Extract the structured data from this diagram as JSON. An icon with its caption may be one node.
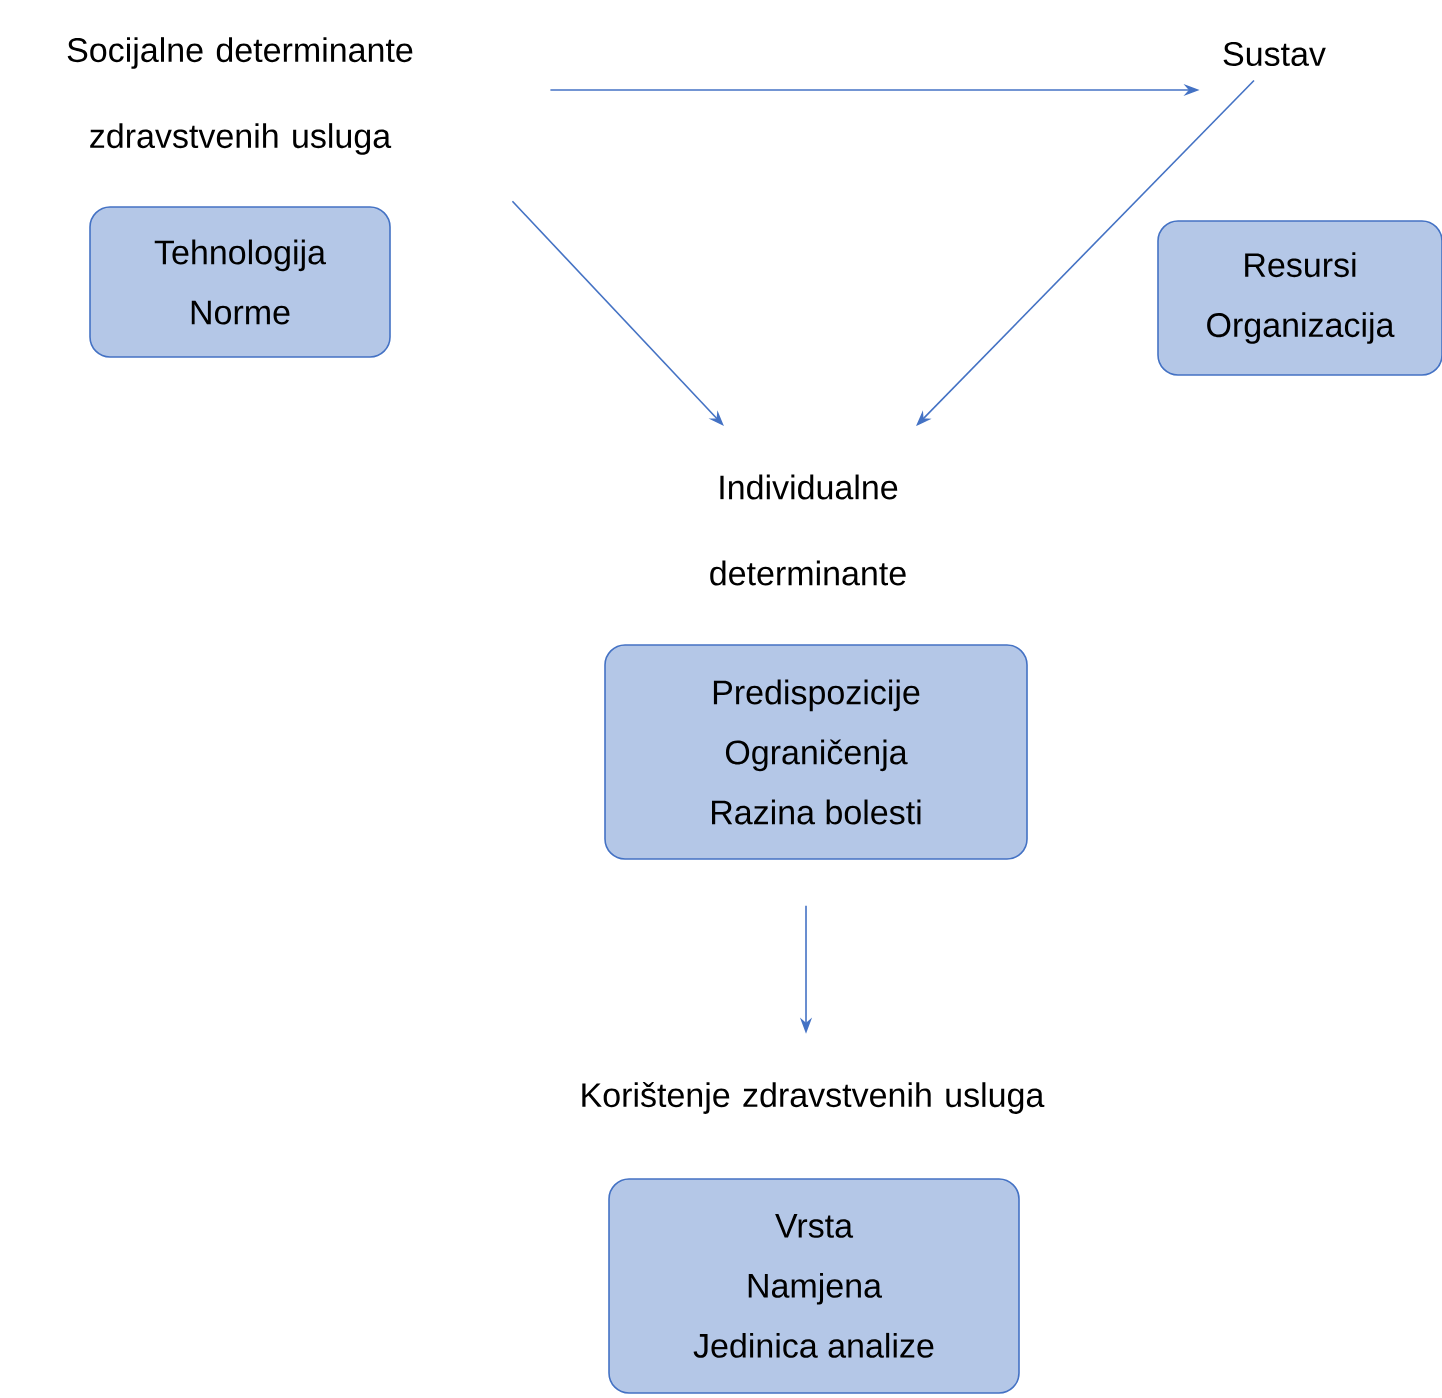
{
  "diagram": {
    "nodes": [
      {
        "text": [
          "Socijalne determinante zdravstvenih usluga"
        ]
      },
      {
        "text": [
          "Tehnologija",
          "Norme"
        ]
      },
      {
        "text": [
          "Sustav"
        ]
      },
      {
        "text": [
          "Resursi",
          "Organizacija"
        ]
      },
      {
        "text": [
          "Individualne determinante"
        ]
      },
      {
        "text": [
          "Predispozicije",
          "Ograničenja",
          "Razina bolesti"
        ]
      },
      {
        "text": [
          "Korištenje zdravstvenih usluga"
        ]
      },
      {
        "text": [
          "Vrsta",
          "Namjena",
          "Jedinica analize"
        ]
      }
    ],
    "edges": [
      {
        "from": 0,
        "to": 2,
        "arrow": "to"
      },
      {
        "from": 0,
        "to": 4,
        "arrow": "to"
      },
      {
        "from": 2,
        "to": 4,
        "arrow": "to"
      },
      {
        "from": 5,
        "to": 6,
        "arrow": "to"
      }
    ]
  }
}
